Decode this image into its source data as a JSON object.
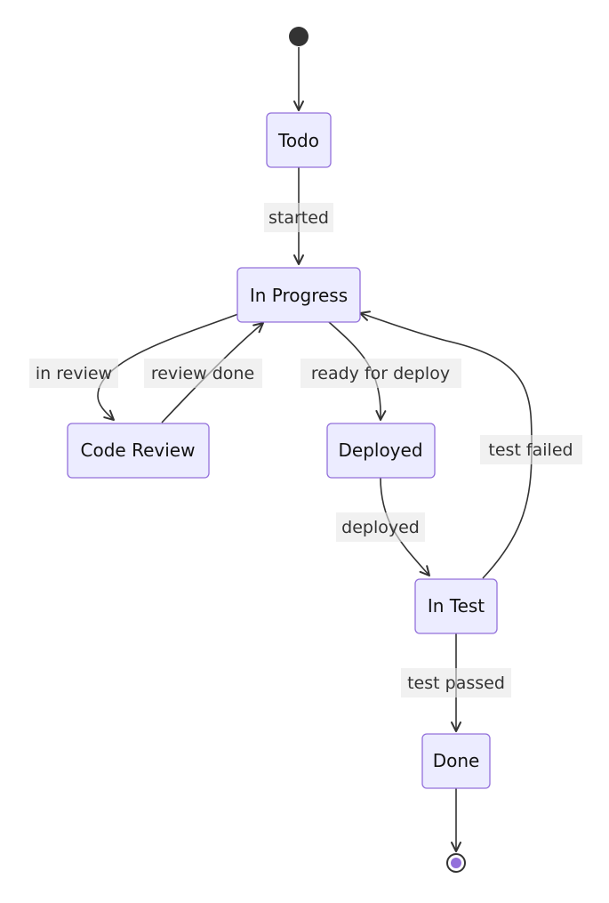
{
  "diagram": {
    "type": "state",
    "colors": {
      "node_fill": "#ECECFF",
      "node_border": "#9370DB",
      "edge": "#333333",
      "start_dot": "#333333",
      "end_dot": "#9370DB"
    },
    "states": {
      "todo": "Todo",
      "in_progress": "In Progress",
      "code_review": "Code Review",
      "deployed": "Deployed",
      "in_test": "In Test",
      "done": "Done"
    },
    "transitions": {
      "started": "started",
      "in_review": "in review",
      "review_done": "review done",
      "ready_for_deploy": "ready for deploy",
      "test_failed": "test failed",
      "deployed": "deployed",
      "test_passed": "test passed"
    }
  }
}
